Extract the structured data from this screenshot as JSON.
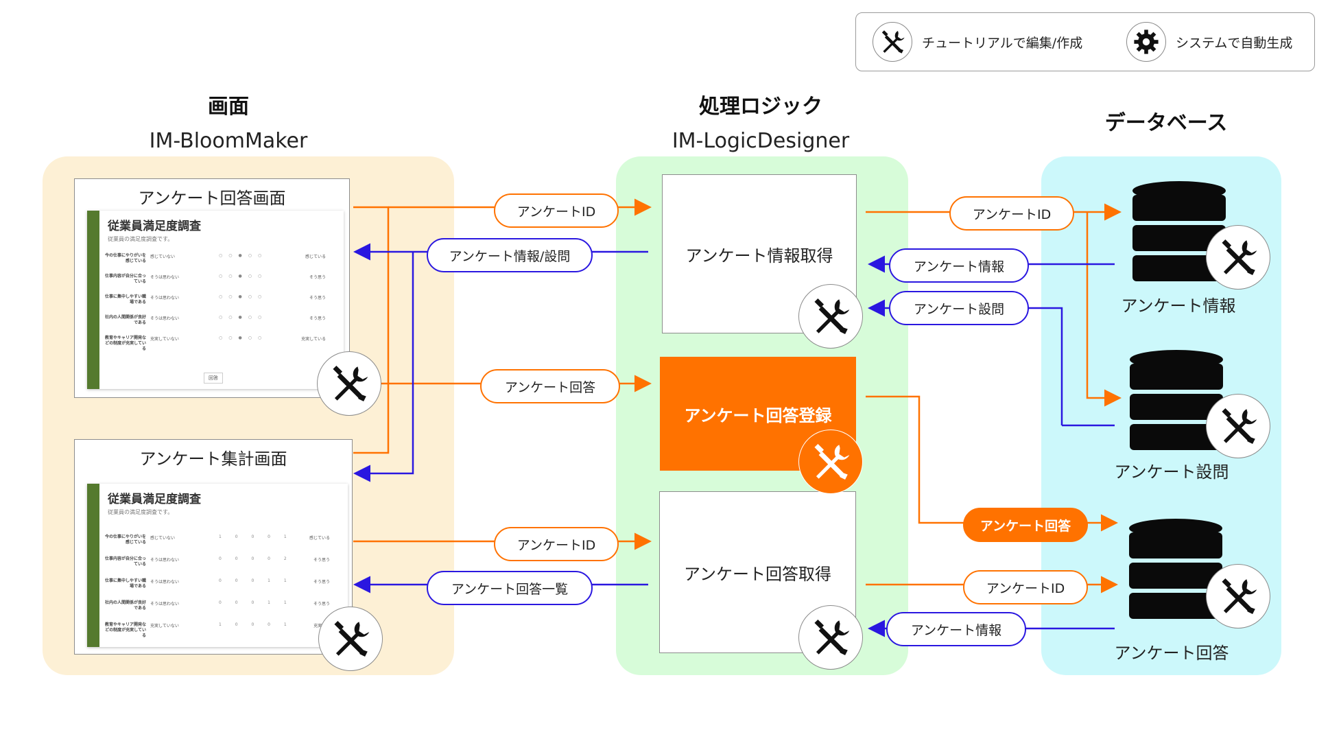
{
  "legend": {
    "edit_label": "チュートリアルで編集/作成",
    "auto_label": "システムで自動生成"
  },
  "columns": {
    "screen": {
      "jp": "画面",
      "en": "IM-BloomMaker"
    },
    "logic": {
      "jp": "処理ロジック",
      "en": "IM-LogicDesigner"
    },
    "database": {
      "jp": "データベース",
      "en": ""
    }
  },
  "colors": {
    "screen_bg": "#fdf0d5",
    "logic_bg": "#d7fcd9",
    "db_bg": "#ccf8fb",
    "orange": "#ff7200",
    "blue": "#2a17e0"
  },
  "screens": {
    "answer": {
      "title": "アンケート回答画面",
      "mock_title": "従業員満足度調査",
      "mock_sub": "従業員の満足度調査です。",
      "rows": [
        {
          "q": "今の仕事にやりがいを感じている",
          "lo": "感じていない",
          "hi": "感じている"
        },
        {
          "q": "仕事内容が自分に合っている",
          "lo": "そうは思わない",
          "hi": "そう思う"
        },
        {
          "q": "仕事に集中しやすい職場である",
          "lo": "そうは思わない",
          "hi": "そう思う"
        },
        {
          "q": "社内の人間関係が良好である",
          "lo": "そうは思わない",
          "hi": "そう思う"
        },
        {
          "q": "教育やキャリア開発などの制度が充実している",
          "lo": "充実していない",
          "hi": "充実している"
        }
      ],
      "submit": "回答"
    },
    "summary": {
      "title": "アンケート集計画面",
      "mock_title": "従業員満足度調査",
      "mock_sub": "従業員の満足度調査です。",
      "rows": [
        {
          "q": "今の仕事にやりがいを感じている",
          "lo": "感じていない",
          "vals": "1 0 0 0 1",
          "hi": "感じている"
        },
        {
          "q": "仕事内容が自分に合っている",
          "lo": "そうは思わない",
          "vals": "0 0 0 0 2",
          "hi": "そう思う"
        },
        {
          "q": "仕事に集中しやすい職場である",
          "lo": "そうは思わない",
          "vals": "0 0 0 1 1",
          "hi": "そう思う"
        },
        {
          "q": "社内の人間関係が良好である",
          "lo": "そうは思わない",
          "vals": "0 0 0 1 1",
          "hi": "そう思う"
        },
        {
          "q": "教育やキャリア開発などの制度が充実している",
          "lo": "充実していない",
          "vals": "1 0 0 0 1",
          "hi": "充実して"
        }
      ]
    }
  },
  "processes": {
    "get_info": "アンケート情報取得",
    "register": "アンケート回答登録",
    "get_answers": "アンケート回答取得"
  },
  "databases": {
    "info": "アンケート情報",
    "questions": "アンケート設問",
    "answers": "アンケート回答"
  },
  "flows": {
    "id_1": "アンケートID",
    "info_q": "アンケート情報/設問",
    "answer_1": "アンケート回答",
    "id_2": "アンケートID",
    "answer_list": "アンケート回答一覧",
    "id_3": "アンケートID",
    "info_1": "アンケート情報",
    "question_1": "アンケート設問",
    "answer_2": "アンケート回答",
    "id_4": "アンケートID",
    "info_2": "アンケート情報"
  }
}
